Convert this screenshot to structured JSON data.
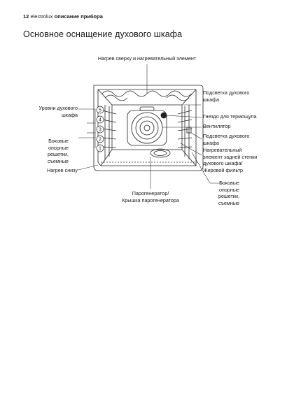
{
  "header": {
    "page_number": "12",
    "brand": "electrolux",
    "section": "описание прибора"
  },
  "title": "Основное оснащение духового шкафа",
  "diagram": {
    "labels": {
      "top_heating": "Нагрев сверху и нагревательный элемент",
      "oven_light_top": "Подсветка духового\nшкафа",
      "meat_probe_socket": "Гнездо для термощупа",
      "fan": "Вентилятор",
      "oven_light_side": "Подсветка духового\nшкафа",
      "rear_heating": "Нагревательный\nэлемент задней стенки\nдухового шкафа/\nЖировой фильтр",
      "shelf_levels": "Уровни духового\nшкафа",
      "side_runners_left": "Боковые\nопорные\nрешетки,\nсъемные",
      "bottom_heating": "Нагрев снизу",
      "steam_generator": "Парогенератор/\nКрышка парогенератора",
      "side_runners_right": "Боковые\nопорные\nрешетки,\nсъемные"
    },
    "level_numbers": [
      "5",
      "4",
      "3",
      "2",
      "1"
    ]
  }
}
